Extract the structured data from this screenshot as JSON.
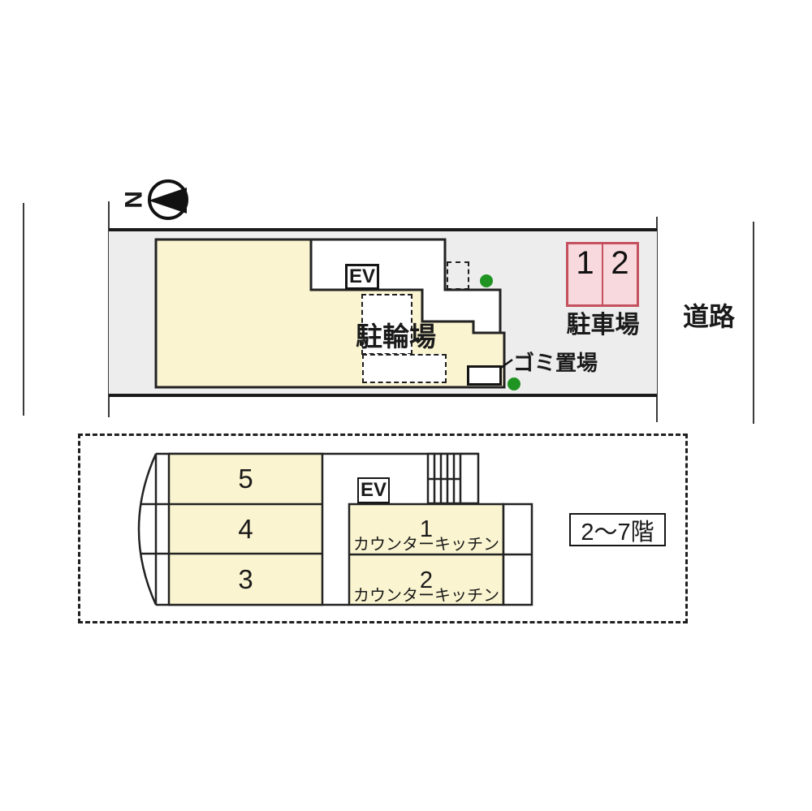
{
  "site_plan": {
    "north_label": "N",
    "elevator_label": "EV",
    "bicycle_parking_label": "駐輪場",
    "garbage_label": "ゴミ置場",
    "parking_label": "駐車場",
    "parking_stalls": [
      "1",
      "2"
    ],
    "road_label": "道路"
  },
  "floor_plan": {
    "left_rooms": [
      "5",
      "4",
      "3"
    ],
    "elevator_label": "EV",
    "rooms": [
      {
        "number": "1",
        "kitchen": "カウンターキッチン"
      },
      {
        "number": "2",
        "kitchen": "カウンターキッチン"
      }
    ],
    "floors_label": "2～7階"
  },
  "colors": {
    "site_fill": "#EDEDED",
    "building_fill": "#FAF4D0",
    "parking_fill": "#F8D9DE",
    "parking_border": "#C5515F",
    "tree_green": "#1F9422",
    "line": "#1a1a1a"
  }
}
